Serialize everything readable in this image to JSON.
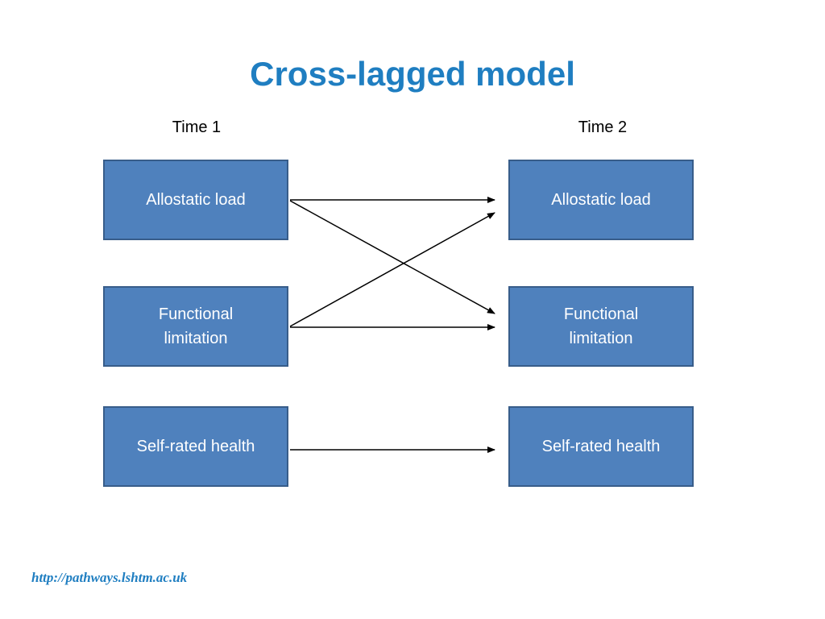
{
  "title": "Cross-lagged model",
  "time_labels": {
    "t1": "Time 1",
    "t2": "Time 2"
  },
  "nodes": {
    "t1": [
      "Allostatic load",
      "Functional limitation",
      "Self-rated health"
    ],
    "t2": [
      "Allostatic load",
      "Functional limitation",
      "Self-rated health"
    ]
  },
  "edges": [
    {
      "from": "t1.allostatic-load",
      "to": "t2.allostatic-load"
    },
    {
      "from": "t1.allostatic-load",
      "to": "t2.functional-limitation"
    },
    {
      "from": "t1.functional-limitation",
      "to": "t2.allostatic-load"
    },
    {
      "from": "t1.functional-limitation",
      "to": "t2.functional-limitation"
    },
    {
      "from": "t1.self-rated-health",
      "to": "t2.self-rated-health"
    }
  ],
  "footer": {
    "link": "http://pathways.lshtm.ac.uk"
  },
  "colors": {
    "title": "#1f7ec1",
    "node_fill": "#4f81bd",
    "node_border": "#385d8a",
    "arrow": "#000000"
  }
}
